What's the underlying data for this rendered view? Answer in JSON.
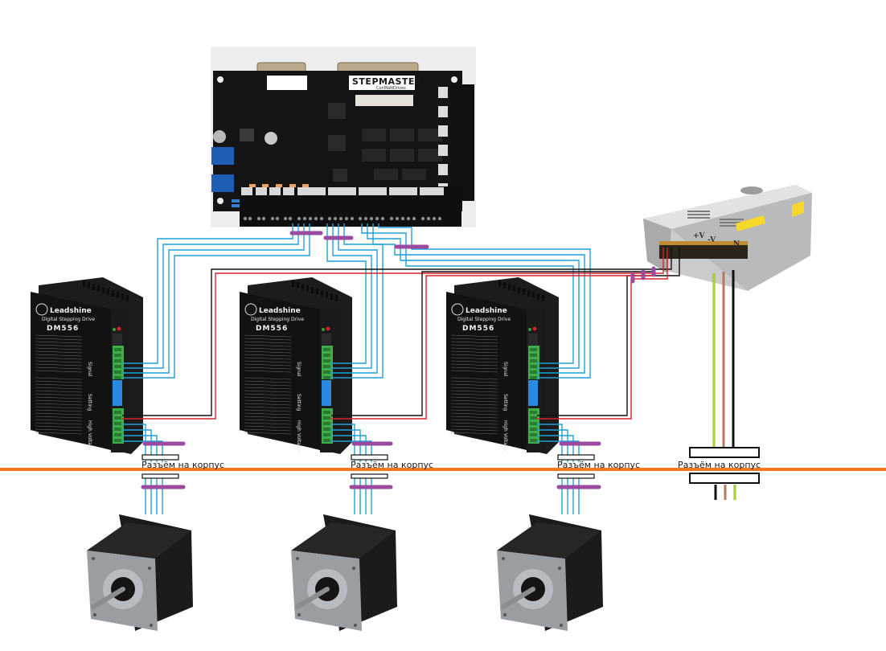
{
  "diagram": {
    "title": "Stepper motor wiring diagram",
    "controller": {
      "name": "breakout-board",
      "logo_text": "STEPMASTER",
      "logo_subtext": "ConMaNDrives"
    },
    "drivers": [
      {
        "id": "driver-1",
        "brand": "Leadshine",
        "subtitle": "Digital Stepping Drive",
        "model": "DM556",
        "signal_label": "Signal",
        "setting_label": "Setting",
        "voltage_label": "High Voltage"
      },
      {
        "id": "driver-2",
        "brand": "Leadshine",
        "subtitle": "Digital Stepping Drive",
        "model": "DM556",
        "signal_label": "Signal",
        "setting_label": "Setting",
        "voltage_label": "High Voltage"
      },
      {
        "id": "driver-3",
        "brand": "Leadshine",
        "subtitle": "Digital Stepping Drive",
        "model": "DM556",
        "signal_label": "Signal",
        "setting_label": "Setting",
        "voltage_label": "High Voltage"
      }
    ],
    "power_supply": {
      "name": "power-supply",
      "labels": [
        "+V",
        "-V",
        "N"
      ]
    },
    "connector_label": "Разъём на корпус",
    "connectors": [
      {
        "id": "motor-1-connector",
        "label": "Разъём на корпус"
      },
      {
        "id": "motor-2-connector",
        "label": "Разъём на корпус"
      },
      {
        "id": "motor-3-connector",
        "label": "Разъём на корпус"
      },
      {
        "id": "mains-connector",
        "label": "Разъём на корпус"
      }
    ],
    "motors": [
      {
        "id": "stepper-motor-1"
      },
      {
        "id": "stepper-motor-2"
      },
      {
        "id": "stepper-motor-3"
      }
    ],
    "colors": {
      "signal_wire": "#1fa0d8",
      "power_positive": "#d8222c",
      "power_negative": "#111111",
      "enclosure_line": "#f07a20",
      "shield_marker": "#9b4aa0",
      "earth_wire_outer": "#78c234",
      "earth_wire_inner": "#f0e020",
      "neutral_wire": "#b87a58",
      "live_wire": "#111111"
    }
  }
}
